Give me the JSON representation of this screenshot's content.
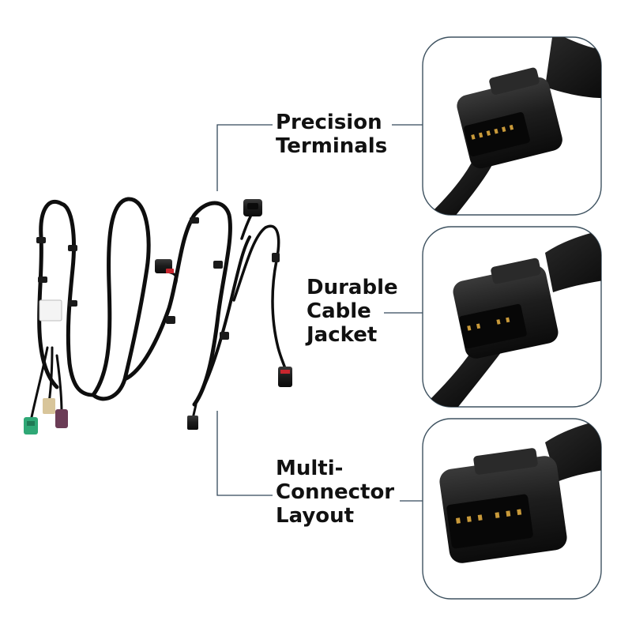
{
  "callouts": [
    {
      "lines": [
        "Precision",
        "Terminals"
      ]
    },
    {
      "lines": [
        "Durable",
        "Cable",
        "Jacket"
      ]
    },
    {
      "lines": [
        "Multi-",
        "Connector",
        "Layout"
      ]
    }
  ],
  "colors": {
    "background": "#ffffff",
    "cable": "#0e0e0e",
    "leader_line": "#33485a",
    "panel_border": "#3e5260",
    "connector_body": "#1a1a1a",
    "terminal_gold": "#c99a3a",
    "green_connector": "#2fa876",
    "purple_connector": "#6b3c56",
    "tan_connector": "#d8c59a",
    "red_latch": "#c8262e"
  }
}
